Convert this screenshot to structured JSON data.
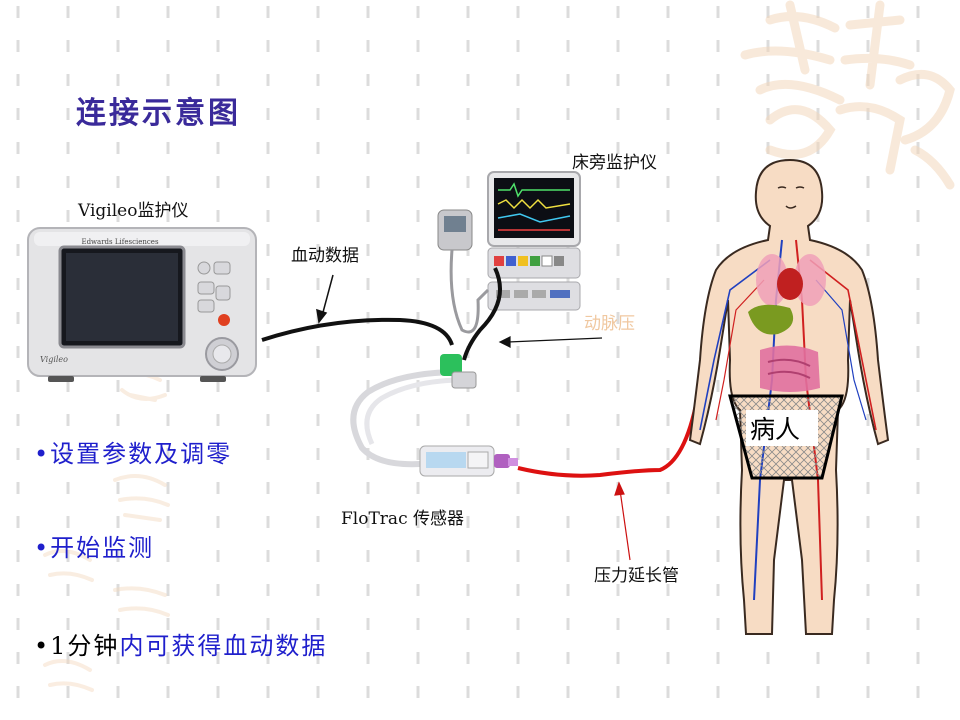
{
  "title": "连接示意图",
  "labels": {
    "vigileo": "Vigileo监护仪",
    "bedside": "床旁监护仪",
    "hemo_data": "血动数据",
    "artery": "动脉压",
    "flotrac": "FloTrac 传感器",
    "tube": "压力延长管",
    "patient": "病人"
  },
  "device_brand": "Edwards Lifesciences",
  "device_model": "Vigileo",
  "bullets": {
    "b1": "•设置参数及调零",
    "b2": "•开始监测",
    "b3_prefix": "•1分钟",
    "b3_suffix": "内可获得血动数据"
  },
  "colors": {
    "title": "#3a2a9a",
    "bullet_text": "#1f1fcc",
    "artery_label": "#f0c8a0",
    "cable": "#111111",
    "pressure_line": "#dd1111",
    "watermark": "#f3d8bd"
  }
}
